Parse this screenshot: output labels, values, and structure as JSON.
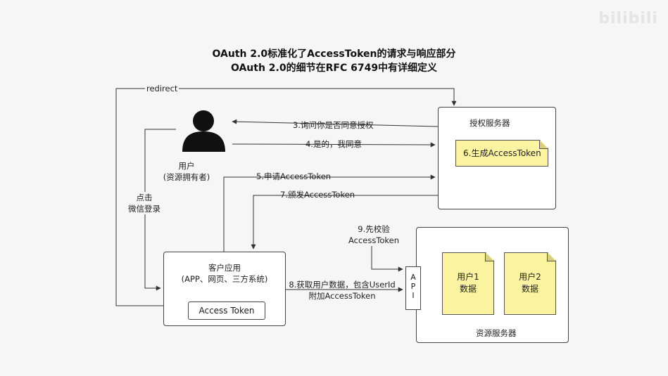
{
  "title": {
    "line1": "OAuth 2.0标准化了AccessToken的请求与响应部分",
    "line2": "OAuth 2.0的细节在RFC 6749中有详细定义"
  },
  "user": {
    "label": "用户",
    "sublabel": "(资源拥有者)",
    "icon": "person-icon"
  },
  "auth_server": {
    "title": "授权服务器",
    "note": "6.生成AccessToken"
  },
  "client_app": {
    "title": "客户应用",
    "subtitle": "(APP、网页、三方系统)",
    "token_label": "Access Token"
  },
  "resource_server": {
    "title": "资源服务器",
    "api_label": [
      "A",
      "P",
      "I"
    ],
    "user1_note": [
      "用户1",
      "数据"
    ],
    "user2_note": [
      "用户2",
      "数据"
    ]
  },
  "arrows": {
    "redirect": "redirect",
    "step3": "3.询问你是否同意授权",
    "step4": "4.是的，我同意",
    "step5": "5.申请AccessToken",
    "step7": "7.颁发AccessToken",
    "click_wechat": [
      "点击",
      "微信登录"
    ],
    "step8_line1": "8.获取用户数据，包含UserId",
    "step8_line2": "附加AccessToken",
    "step9_line1": "9.先校验",
    "step9_line2": "AccessToken"
  },
  "watermark": "bilibili",
  "colors": {
    "note_fill": "#fbf3a0",
    "background": "#f6f6f6",
    "line": "#333333"
  }
}
